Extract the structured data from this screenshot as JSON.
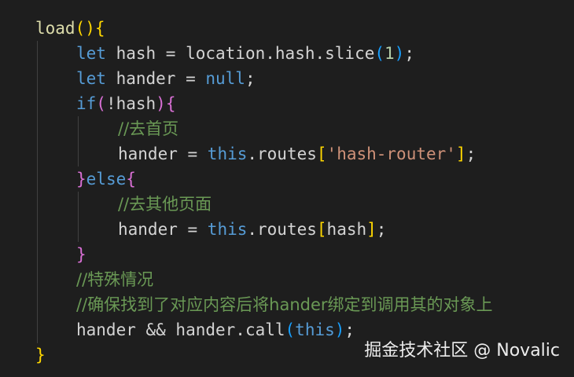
{
  "code": {
    "l1": {
      "t1": "load",
      "t2": "(",
      "t3": ")",
      "t4": "{"
    },
    "l2": {
      "t1": "let",
      "t2": " hash = ",
      "t3": "location",
      "t4": ".",
      "t5": "hash",
      "t6": ".",
      "t7": "slice",
      "t8": "(",
      "t9": "1",
      "t10": ")",
      "t11": ";"
    },
    "l3": {
      "t1": "let",
      "t2": " hander = ",
      "t3": "null",
      "t4": ";"
    },
    "l4": {
      "t1": "if",
      "t2": "(",
      "t3": "!hash",
      "t4": ")",
      "t5": "{"
    },
    "l5": {
      "t1": "//去首页"
    },
    "l6": {
      "t1": "hander",
      "t2": " = ",
      "t3": "this",
      "t4": ".routes",
      "t5": "[",
      "t6": "'hash-router'",
      "t7": "]",
      "t8": ";"
    },
    "l7": {
      "t1": "}",
      "t2": "else",
      "t3": "{"
    },
    "l8": {
      "t1": "//去其他页面"
    },
    "l9": {
      "t1": "hander",
      "t2": " = ",
      "t3": "this",
      "t4": ".routes",
      "t5": "[",
      "t6": "hash",
      "t7": "]",
      "t8": ";"
    },
    "l10": {
      "t1": "}"
    },
    "l11": {
      "t1": "//特殊情况"
    },
    "l12": {
      "t1": "//确保找到了对应内容后将hander绑定到调用其的对象上"
    },
    "l13": {
      "t1": "hander && hander.",
      "t2": "call",
      "t3": "(",
      "t4": "this",
      "t5": ")",
      "t6": ";"
    },
    "l14": {
      "t1": "}"
    }
  },
  "watermark": "掘金技术社区 @ Novalic",
  "colors": {
    "background": "#1e1e1e",
    "keyword": "#569cd6",
    "control": "#c586c0",
    "function": "#dcdcaa",
    "variable": "#9cdcfe",
    "string": "#ce9178",
    "number": "#b5cea8",
    "comment": "#6a9955",
    "bracket_gold": "#ffd700",
    "bracket_violet": "#da70d6",
    "bracket_blue": "#179fff"
  }
}
